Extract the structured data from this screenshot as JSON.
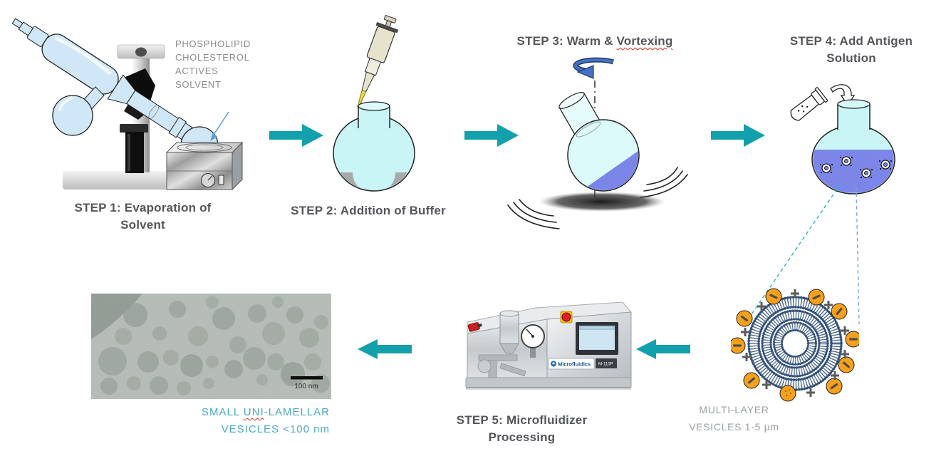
{
  "labels": {
    "step1": {
      "line1": "STEP 1: Evaporation of",
      "line2": "Solvent"
    },
    "step2": {
      "line1": "STEP 2: Addition of Buffer"
    },
    "step3": {
      "prefix": "STEP 3: Warm & ",
      "misspelled": "Vortexing"
    },
    "step4": {
      "line1": "STEP 4: Add Antigen",
      "line2": "Solution"
    },
    "step5": {
      "line1": "STEP 5: Microfluidizer",
      "line2": "Processing"
    },
    "ingredients": [
      "PHOSPHOLIPID",
      "CHOLESTEROL",
      "ACTIVES",
      "SOLVENT"
    ],
    "mlv": {
      "line1": "MULTI-LAYER",
      "line2": "VESICLES 1-5 μm"
    },
    "suv": {
      "part1": "SMALL ",
      "part2": "UNI",
      "part3": "-LAMELLAR",
      "line2": "VESICLES <100 nm"
    },
    "tem": {
      "scale": "100 nm"
    },
    "machine": {
      "brand": "Microfluidics",
      "model": "M-110P"
    }
  },
  "colors": {
    "flow_arrow_teal": "#12A0AD",
    "step_title_gray": "#54565A",
    "ingredient_gray": "#8C8C8C",
    "vesicle_label_gray": "#9BA0A4",
    "suv_caption_teal": "#4BA9C2",
    "flask_cyan": "#C9F5F7",
    "glass_blue": "#CFE7F7",
    "liquid_blue": "#7B85E8",
    "antigen_orange": "#F7A01B",
    "lipid_navy": "#31507A",
    "rotation_arrow_blue": "#4472C4",
    "spellcheck_red": "#D93025"
  }
}
